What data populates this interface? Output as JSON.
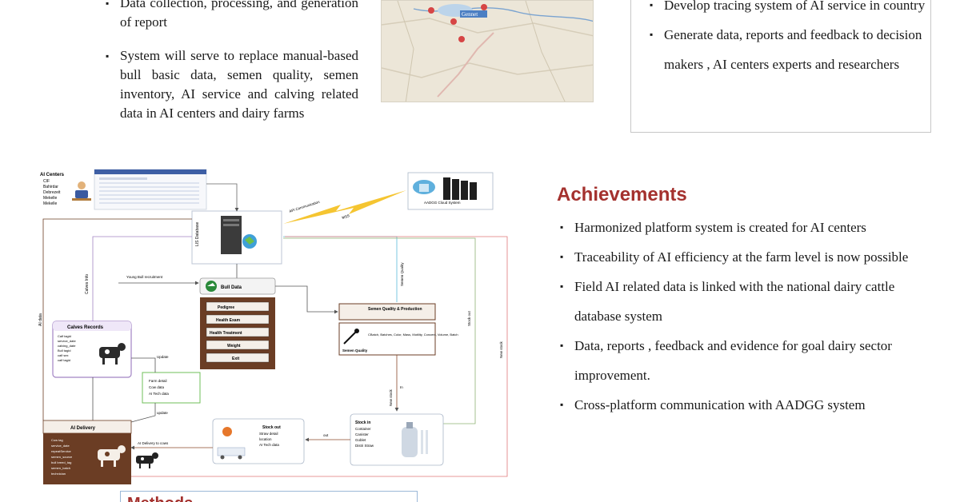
{
  "top_left_bullets": [
    "Data collection, processing, and generation of report",
    "System will serve to replace manual-based bull basic data, semen quality, semen inventory, AI service and calving related data in AI centers and dairy farms"
  ],
  "map": {
    "city_label": "Gennet"
  },
  "objectives": [
    "Develop tracing system of AI service in country",
    "Generate data, reports and feedback to decision makers , AI centers experts and researchers"
  ],
  "achievements": {
    "title": "Achievements",
    "items": [
      "Harmonized platform system is created for AI centers",
      "Traceability of AI efficiency at the farm level is now possible",
      "Field AI related data is linked with the national dairy cattle database system",
      "Data, reports , feedback and evidence for goal dairy sector improvement.",
      "Cross-platform communication with AADGG system"
    ]
  },
  "methods": {
    "title": "Methods"
  },
  "colors": {
    "heading": "#a4312e",
    "brown": "#6b3d24",
    "purple": "#a284c4",
    "cyan": "#5bbcd9",
    "red": "#e0787a",
    "green": "#8fb174"
  },
  "diagram": {
    "ai_centers": {
      "title": "AI Centers",
      "items": [
        "CIF",
        "Bahirdar",
        "Debrezeit",
        "Mekelle",
        "Mekelle"
      ]
    },
    "db_label": "LIS Database",
    "cloud_label": "AADGG Cloud System",
    "api_label": "API Communication",
    "api_sub": "MSS",
    "young_bull": "Young Bull recruitment",
    "calves_info": "Calves Info",
    "ai_data": "AI data",
    "bull_data": {
      "title": "Bull Data",
      "items": [
        "Pedigree",
        "Health Exam",
        "Health Treatment",
        "Weight",
        "Exit"
      ]
    },
    "calves_records": {
      "title": "Calves Records",
      "fields": [
        "Calf tagid",
        "service_date",
        "calving_date",
        "Bull tagid",
        "calf sex",
        "calf tagid"
      ]
    },
    "farm_box": {
      "items": [
        "Farm detail",
        "Cow data",
        "AI Tech data"
      ]
    },
    "ai_delivery": {
      "title": "AI Delivery",
      "fields": [
        "Cow tag",
        "service_date",
        "repeatService",
        "semen_source",
        "bull breed_tag",
        "semen_batch",
        "technician"
      ]
    },
    "semen_quality": {
      "title": "Semen Quality & Production",
      "label": "Semen Quality",
      "fields": "CBatch, Batches, Color, Mass, Motility, Concent, Volume, Batch"
    },
    "stock_in": {
      "title": "Stock in",
      "items": [
        "Container",
        "Canister",
        "Goblet",
        "Distri Straw"
      ]
    },
    "stock_out": {
      "title": "Stock out",
      "items": [
        "Straw detail",
        "location",
        "AI Tech data"
      ]
    },
    "ai_delivery_link": "AI Delivery to cows",
    "semen_quality_link": "Semen Quality",
    "new_stock_link": "New stock",
    "stock_out_link": "Stock out",
    "in_label": "In",
    "out_label": "out",
    "update_label": "Update",
    "update2_label": "update"
  }
}
